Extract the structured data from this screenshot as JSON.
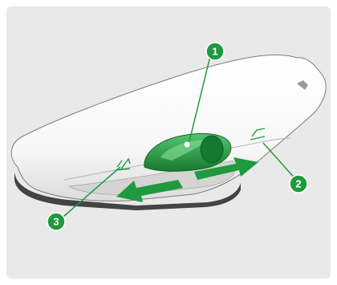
{
  "illustration": {
    "subject": "lever-switch-illustration",
    "accent_color": "#1f9a3e",
    "callouts": [
      {
        "label": "1"
      },
      {
        "label": "2"
      },
      {
        "label": "3"
      }
    ]
  }
}
